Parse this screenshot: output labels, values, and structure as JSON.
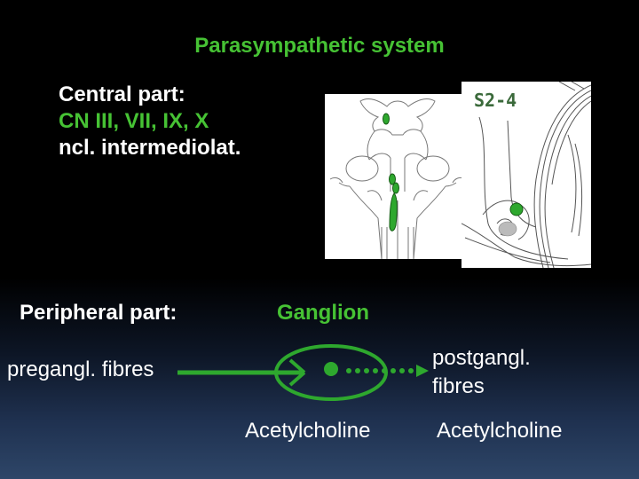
{
  "title": "Parasympathetic system",
  "central": {
    "heading": "Central part:",
    "nerves": "CN III, VII, IX, X",
    "nucleus": "ncl. intermediolat."
  },
  "spinal_level": "S2-4",
  "peripheral": {
    "heading": "Peripheral part:",
    "ganglion": "Ganglion",
    "pregangl": "pregangl. fibres",
    "postgangl_line1": "postgangl.",
    "postgangl_line2": "fibres",
    "transmitter_pre": "Acetylcholine",
    "transmitter_post": "Acetylcholine"
  },
  "colors": {
    "accent_green": "#46c234",
    "fibre_green": "#2ea82e",
    "text_white": "#ffffff",
    "background": "#000000"
  }
}
